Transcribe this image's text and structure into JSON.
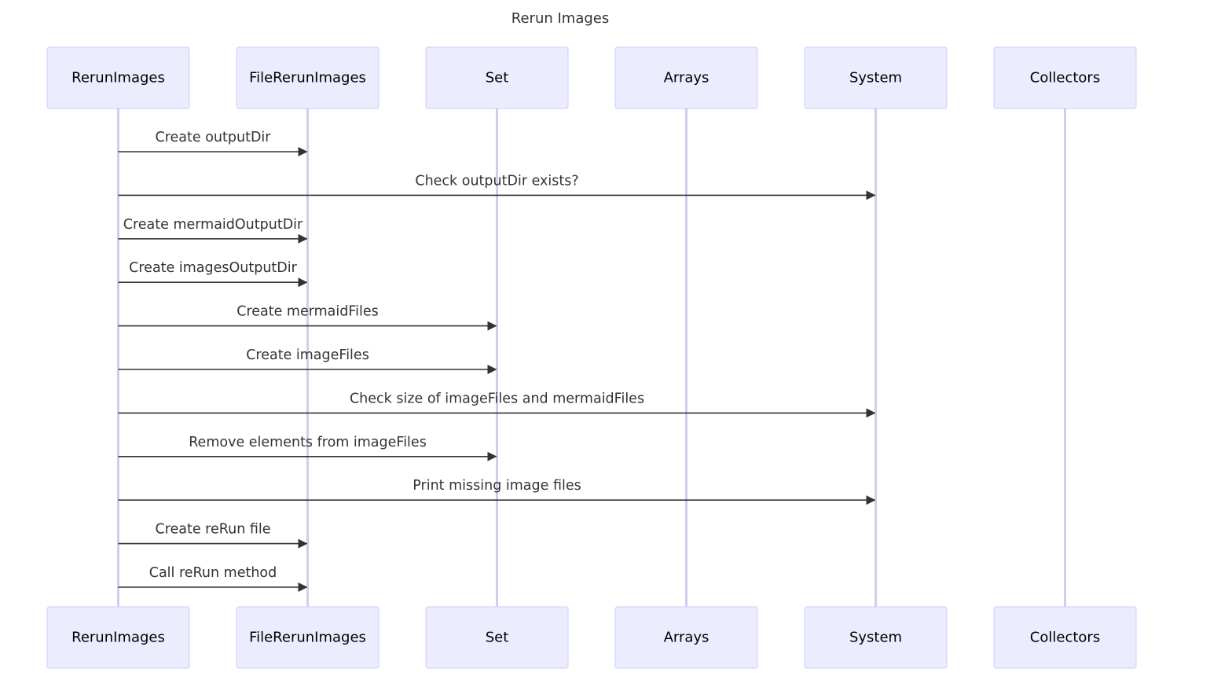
{
  "title": "Rerun Images",
  "participants": [
    {
      "id": "RerunImages",
      "label": "RerunImages"
    },
    {
      "id": "FileRerunImages",
      "label": "FileRerunImages"
    },
    {
      "id": "Set",
      "label": "Set"
    },
    {
      "id": "Arrays",
      "label": "Arrays"
    },
    {
      "id": "System",
      "label": "System"
    },
    {
      "id": "Collectors",
      "label": "Collectors"
    }
  ],
  "messages": [
    {
      "from": "RerunImages",
      "to": "FileRerunImages",
      "label": "Create outputDir"
    },
    {
      "from": "RerunImages",
      "to": "System",
      "label": "Check outputDir exists?"
    },
    {
      "from": "RerunImages",
      "to": "FileRerunImages",
      "label": "Create mermaidOutputDir"
    },
    {
      "from": "RerunImages",
      "to": "FileRerunImages",
      "label": "Create imagesOutputDir"
    },
    {
      "from": "RerunImages",
      "to": "Set",
      "label": "Create mermaidFiles"
    },
    {
      "from": "RerunImages",
      "to": "Set",
      "label": "Create imageFiles"
    },
    {
      "from": "RerunImages",
      "to": "System",
      "label": "Check size of imageFiles and mermaidFiles"
    },
    {
      "from": "RerunImages",
      "to": "Set",
      "label": "Remove elements from imageFiles"
    },
    {
      "from": "RerunImages",
      "to": "System",
      "label": "Print missing image files"
    },
    {
      "from": "RerunImages",
      "to": "FileRerunImages",
      "label": "Create reRun file"
    },
    {
      "from": "RerunImages",
      "to": "FileRerunImages",
      "label": "Call reRun method"
    }
  ],
  "colors": {
    "actor_fill": "#ececff",
    "actor_stroke": "#ccccff",
    "lifeline": "#cfcdf0",
    "message": "#333333"
  }
}
